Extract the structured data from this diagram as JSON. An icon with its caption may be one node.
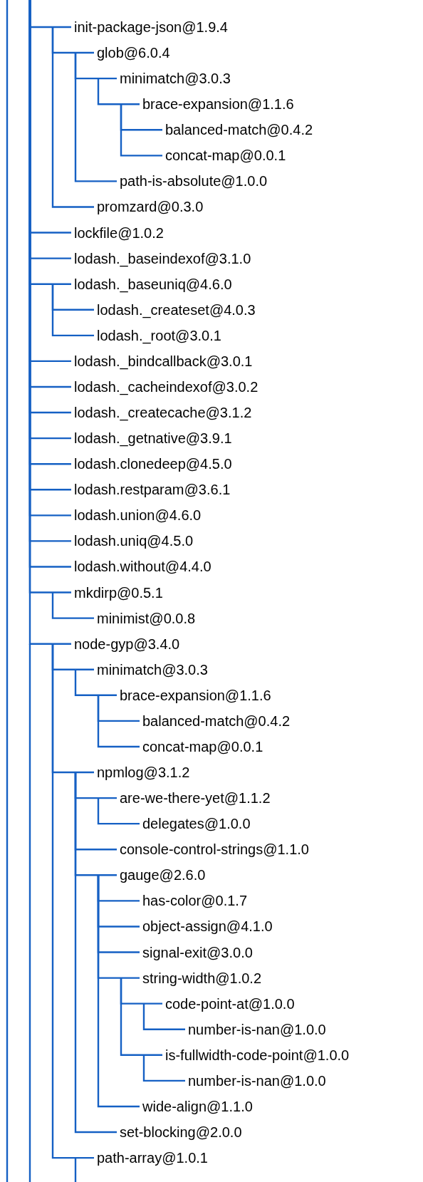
{
  "diagram": {
    "nodes": [
      {
        "text": [
          "init-package-json@1.9.4"
        ]
      },
      {
        "text": [
          "glob@6.0.4"
        ]
      },
      {
        "text": [
          "minimatch@3.0.3"
        ]
      },
      {
        "text": [
          "brace-expansion@1.1.6"
        ]
      },
      {
        "text": [
          "balanced-match@0.4.2"
        ]
      },
      {
        "text": [
          "concat-map@0.0.1"
        ]
      },
      {
        "text": [
          "path-is-absolute@1.0.0"
        ]
      },
      {
        "text": [
          "promzard@0.3.0"
        ]
      },
      {
        "text": [
          "lockfile@1.0.2"
        ]
      },
      {
        "text": [
          "lodash._baseindexof@3.1.0"
        ]
      },
      {
        "text": [
          "lodash._baseuniq@4.6.0"
        ]
      },
      {
        "text": [
          "lodash._createset@4.0.3"
        ]
      },
      {
        "text": [
          "lodash._root@3.0.1"
        ]
      },
      {
        "text": [
          "lodash._bindcallback@3.0.1"
        ]
      },
      {
        "text": [
          "lodash._cacheindexof@3.0.2"
        ]
      },
      {
        "text": [
          "lodash._createcache@3.1.2"
        ]
      },
      {
        "text": [
          "lodash._getnative@3.9.1"
        ]
      },
      {
        "text": [
          "lodash.clonedeep@4.5.0"
        ]
      },
      {
        "text": [
          "lodash.restparam@3.6.1"
        ]
      },
      {
        "text": [
          "lodash.union@4.6.0"
        ]
      },
      {
        "text": [
          "lodash.uniq@4.5.0"
        ]
      },
      {
        "text": [
          "lodash.without@4.4.0"
        ]
      },
      {
        "text": [
          "mkdirp@0.5.1"
        ]
      },
      {
        "text": [
          "minimist@0.0.8"
        ]
      },
      {
        "text": [
          "node-gyp@3.4.0"
        ]
      },
      {
        "text": [
          "minimatch@3.0.3"
        ]
      },
      {
        "text": [
          "brace-expansion@1.1.6"
        ]
      },
      {
        "text": [
          "balanced-match@0.4.2"
        ]
      },
      {
        "text": [
          "concat-map@0.0.1"
        ]
      },
      {
        "text": [
          "npmlog@3.1.2"
        ]
      },
      {
        "text": [
          "are-we-there-yet@1.1.2"
        ]
      },
      {
        "text": [
          "delegates@1.0.0"
        ]
      },
      {
        "text": [
          "console-control-strings@1.1.0"
        ]
      },
      {
        "text": [
          "gauge@2.6.0"
        ]
      },
      {
        "text": [
          "has-color@0.1.7"
        ]
      },
      {
        "text": [
          "object-assign@4.1.0"
        ]
      },
      {
        "text": [
          "signal-exit@3.0.0"
        ]
      },
      {
        "text": [
          "string-width@1.0.2"
        ]
      },
      {
        "text": [
          "code-point-at@1.0.0"
        ]
      },
      {
        "text": [
          "number-is-nan@1.0.0"
        ]
      },
      {
        "text": [
          "is-fullwidth-code-point@1.0.0"
        ]
      },
      {
        "text": [
          "number-is-nan@1.0.0"
        ]
      },
      {
        "text": [
          "wide-align@1.1.0"
        ]
      },
      {
        "text": [
          "set-blocking@2.0.0"
        ]
      },
      {
        "text": [
          "path-array@1.0.1"
        ]
      }
    ],
    "edges": [
      {
        "from": null,
        "to": 0,
        "arrow": "none"
      },
      {
        "from": 0,
        "to": 1,
        "arrow": "none"
      },
      {
        "from": 1,
        "to": 2,
        "arrow": "none"
      },
      {
        "from": 2,
        "to": 3,
        "arrow": "none"
      },
      {
        "from": 3,
        "to": 4,
        "arrow": "none"
      },
      {
        "from": 3,
        "to": 5,
        "arrow": "none"
      },
      {
        "from": 1,
        "to": 6,
        "arrow": "none"
      },
      {
        "from": 0,
        "to": 7,
        "arrow": "none"
      },
      {
        "from": null,
        "to": 8,
        "arrow": "none"
      },
      {
        "from": null,
        "to": 9,
        "arrow": "none"
      },
      {
        "from": null,
        "to": 10,
        "arrow": "none"
      },
      {
        "from": 10,
        "to": 11,
        "arrow": "none"
      },
      {
        "from": 10,
        "to": 12,
        "arrow": "none"
      },
      {
        "from": null,
        "to": 13,
        "arrow": "none"
      },
      {
        "from": null,
        "to": 14,
        "arrow": "none"
      },
      {
        "from": null,
        "to": 15,
        "arrow": "none"
      },
      {
        "from": null,
        "to": 16,
        "arrow": "none"
      },
      {
        "from": null,
        "to": 17,
        "arrow": "none"
      },
      {
        "from": null,
        "to": 18,
        "arrow": "none"
      },
      {
        "from": null,
        "to": 19,
        "arrow": "none"
      },
      {
        "from": null,
        "to": 20,
        "arrow": "none"
      },
      {
        "from": null,
        "to": 21,
        "arrow": "none"
      },
      {
        "from": null,
        "to": 22,
        "arrow": "none"
      },
      {
        "from": 22,
        "to": 23,
        "arrow": "none"
      },
      {
        "from": null,
        "to": 24,
        "arrow": "none"
      },
      {
        "from": 24,
        "to": 25,
        "arrow": "none"
      },
      {
        "from": 25,
        "to": 26,
        "arrow": "none"
      },
      {
        "from": 26,
        "to": 27,
        "arrow": "none"
      },
      {
        "from": 26,
        "to": 28,
        "arrow": "none"
      },
      {
        "from": 24,
        "to": 29,
        "arrow": "none"
      },
      {
        "from": 29,
        "to": 30,
        "arrow": "none"
      },
      {
        "from": 30,
        "to": 31,
        "arrow": "none"
      },
      {
        "from": 29,
        "to": 32,
        "arrow": "none"
      },
      {
        "from": 29,
        "to": 33,
        "arrow": "none"
      },
      {
        "from": 33,
        "to": 34,
        "arrow": "none"
      },
      {
        "from": 33,
        "to": 35,
        "arrow": "none"
      },
      {
        "from": 33,
        "to": 36,
        "arrow": "none"
      },
      {
        "from": 33,
        "to": 37,
        "arrow": "none"
      },
      {
        "from": 37,
        "to": 38,
        "arrow": "none"
      },
      {
        "from": 38,
        "to": 39,
        "arrow": "none"
      },
      {
        "from": 37,
        "to": 40,
        "arrow": "none"
      },
      {
        "from": 40,
        "to": 41,
        "arrow": "none"
      },
      {
        "from": 33,
        "to": 42,
        "arrow": "none"
      },
      {
        "from": 29,
        "to": 43,
        "arrow": "none"
      },
      {
        "from": 24,
        "to": 44,
        "arrow": "none"
      }
    ]
  }
}
